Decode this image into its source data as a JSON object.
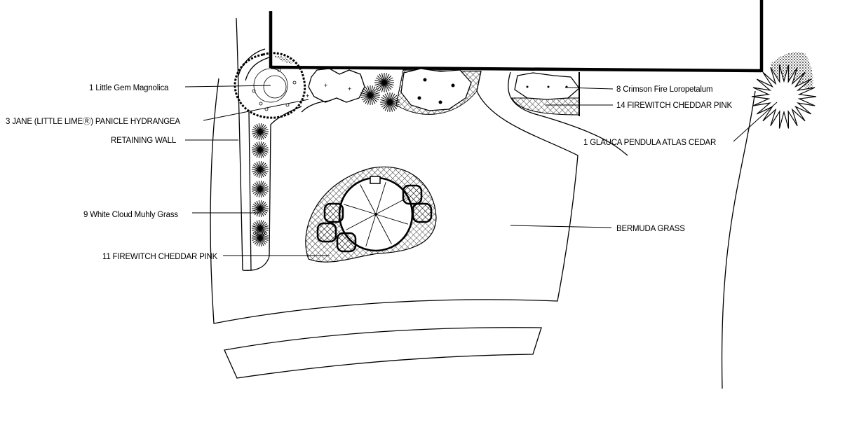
{
  "labels": {
    "magnolia": "1 Little Gem Magnolica",
    "hydrangea": "3 JANE (LITTLE LIMEⓇ) PANICLE HYDRANGEA",
    "retaining_wall": "RETAINING WALL",
    "muhly_grass": "9 White Cloud Muhly Grass",
    "cheddar_pink_11": "11 FIREWITCH CHEDDAR PINK",
    "loropetalum": "8 Crimson Fire Loropetalum",
    "cheddar_pink_14": "14 FIREWITCH CHEDDAR PINK",
    "atlas_cedar": "1 GLAUCA PENDULA ATLAS CEDAR",
    "bermuda_grass": "BERMUDA GRASS"
  },
  "colors": {
    "line": "#000000",
    "background": "#ffffff"
  }
}
